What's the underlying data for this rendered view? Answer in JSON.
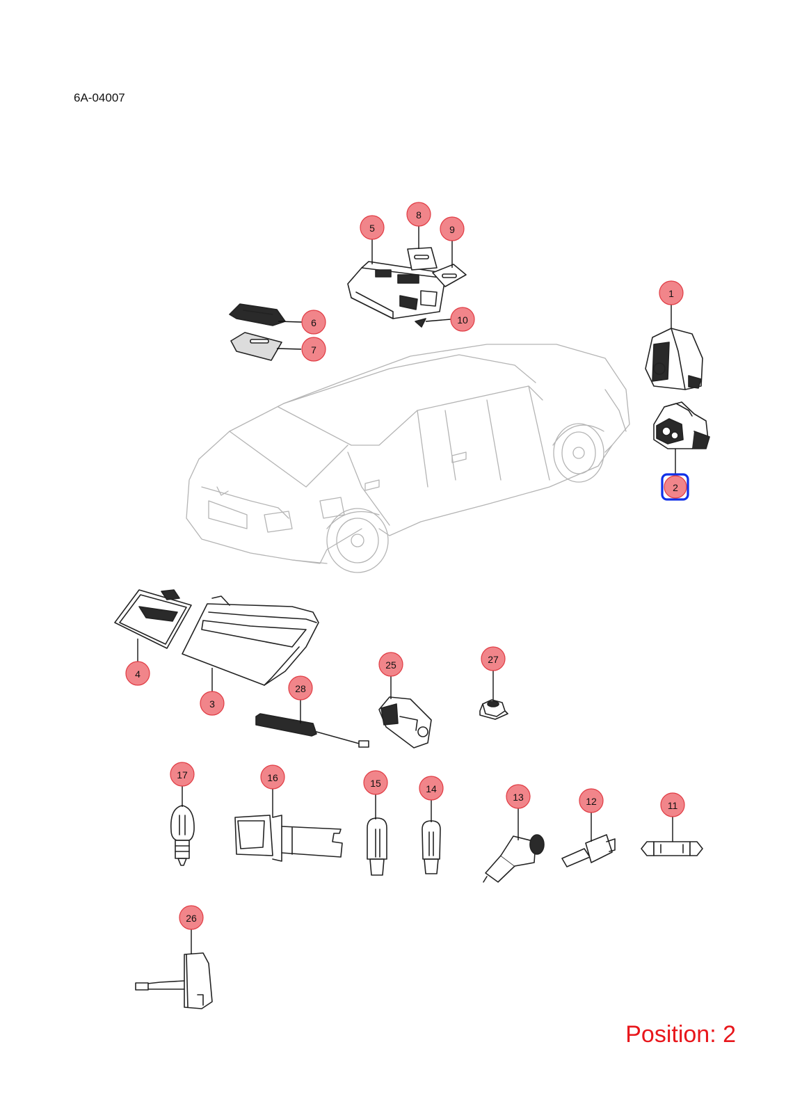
{
  "document": {
    "code": "6A-04007"
  },
  "selection": {
    "label": "Position: 2",
    "selected_callout": "2"
  },
  "colors": {
    "callout_fill": "#f1858a",
    "callout_stroke": "#e03a42",
    "selection_box": "#1030e8",
    "position_text": "#e8161b"
  },
  "callouts": [
    {
      "id": "1",
      "label": "1"
    },
    {
      "id": "2",
      "label": "2"
    },
    {
      "id": "3",
      "label": "3"
    },
    {
      "id": "4",
      "label": "4"
    },
    {
      "id": "5",
      "label": "5"
    },
    {
      "id": "6",
      "label": "6"
    },
    {
      "id": "7",
      "label": "7"
    },
    {
      "id": "8",
      "label": "8"
    },
    {
      "id": "9",
      "label": "9"
    },
    {
      "id": "10",
      "label": "10"
    },
    {
      "id": "11",
      "label": "11"
    },
    {
      "id": "12",
      "label": "12"
    },
    {
      "id": "13",
      "label": "13"
    },
    {
      "id": "14",
      "label": "14"
    },
    {
      "id": "15",
      "label": "15"
    },
    {
      "id": "16",
      "label": "16"
    },
    {
      "id": "17",
      "label": "17"
    },
    {
      "id": "25",
      "label": "25"
    },
    {
      "id": "26",
      "label": "26"
    },
    {
      "id": "27",
      "label": "27"
    },
    {
      "id": "28",
      "label": "28"
    }
  ]
}
